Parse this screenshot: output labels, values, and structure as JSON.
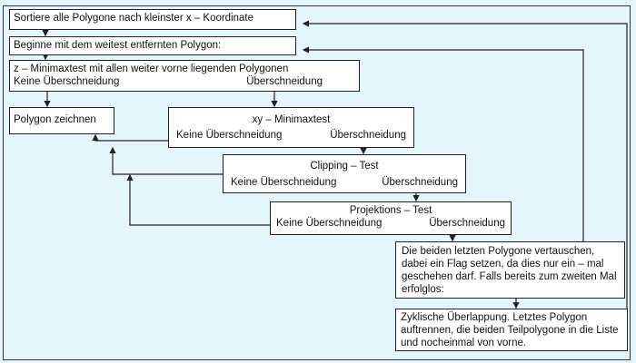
{
  "steps": {
    "sort": "Sortiere alle Polygone nach kleinster x – Koordinate",
    "start": "Beginne mit dem weitest entfernten Polygon:",
    "zminimax": {
      "title": "z – Minimaxtest mit allen weiter vorne liegenden Polygonen",
      "no": "Keine Überschneidung",
      "yes": "Überschneidung"
    },
    "draw": "Polygon zeichnen",
    "xyminimax": {
      "title": "xy – Minimaxtest",
      "no": "Keine Überschneidung",
      "yes": "Überschneidung"
    },
    "clipping": {
      "title": "Clipping – Test",
      "no": "Keine Überschneidung",
      "yes": "Überschneidung"
    },
    "projection": {
      "title": "Projektions – Test",
      "no": "Keine Überschneidung",
      "yes": "Überschneidung"
    },
    "swap": "Die beiden letzten Polygone vertauschen, dabei ein Flag setzen, da dies nur ein – mal geschehen darf. Falls bereits zum zweiten Mal erfolglos:",
    "cyclic": "Zyklische Überlappung. Letztes Polygon auftrennen, die beiden Teilpolygone in die Liste und nocheinmal von vorne."
  }
}
